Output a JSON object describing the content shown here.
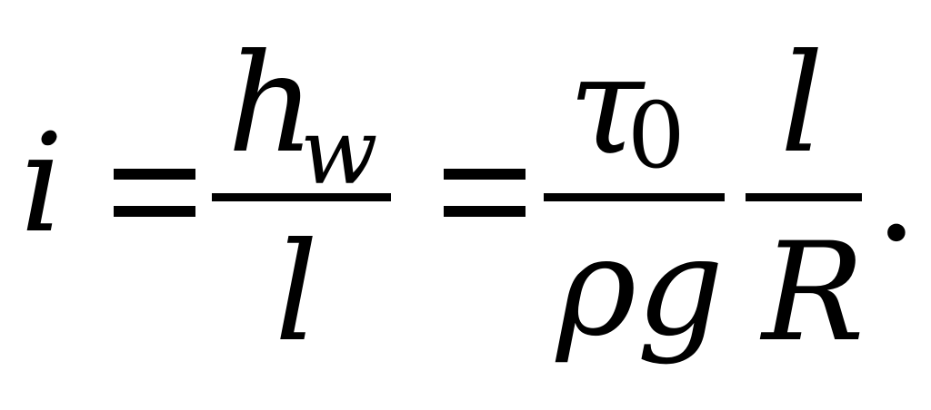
{
  "formula": {
    "lhs_var": "i",
    "frac1": {
      "num_main": "h",
      "num_sub": "w",
      "den": "l"
    },
    "frac2": {
      "num_main": "τ",
      "num_sub": "0",
      "den": "ρg"
    },
    "frac3": {
      "num": "l",
      "den": "R"
    },
    "terminator": "."
  }
}
